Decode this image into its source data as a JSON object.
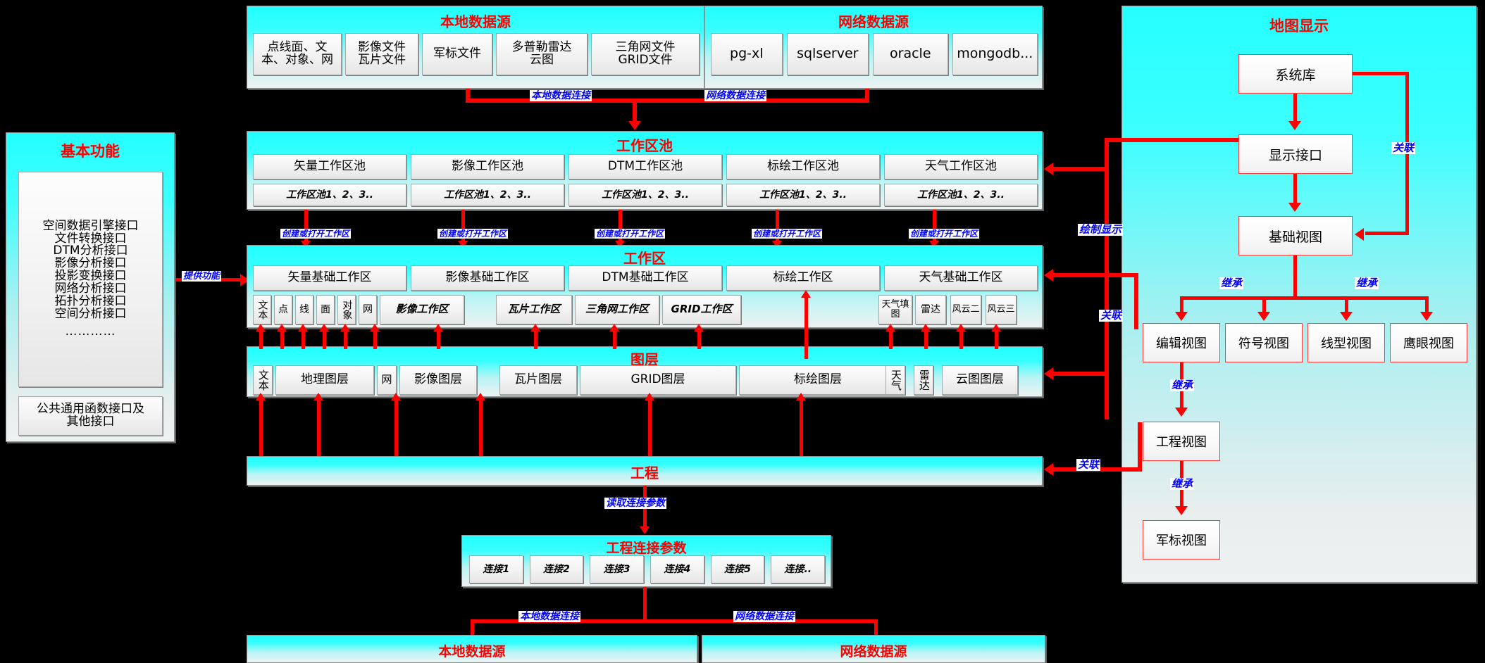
{
  "local_source_top": {
    "title": "本地数据源",
    "items": [
      "点线面、文本、对象、网",
      "影像文件瓦片文件",
      "军标文件",
      "多普勒雷达云图",
      "三角网文件GRID文件"
    ],
    "items_l1": [
      "点线面、文",
      "影像文件",
      "军标文件",
      "多普勒雷达",
      "三角网文件"
    ],
    "items_l2": [
      "本、对象、网",
      "瓦片文件",
      "",
      "云图",
      "GRID文件"
    ]
  },
  "net_source_top": {
    "title": "网络数据源",
    "items": [
      "pg-xl",
      "sqlserver",
      "oracle",
      "mongodb..."
    ]
  },
  "basic_functions": {
    "title": "基本功能",
    "interfaces": [
      "空间数据引擎接口",
      "文件转换接口",
      "DTM分析接口",
      "影像分析接口",
      "投影变换接口",
      "网络分析接口",
      "拓扑分析接口",
      "空间分析接口",
      "…………"
    ],
    "common_box": "公共通用函数接口及其他接口",
    "common_box_l1": "公共通用函数接口及",
    "common_box_l2": "其他接口"
  },
  "workspace_pool": {
    "title": "工作区池",
    "pools": [
      "矢量工作区池",
      "影像工作区池",
      "DTM工作区池",
      "标绘工作区池",
      "天气工作区池"
    ],
    "instances": [
      "工作区池1、2、3..",
      "工作区池1、2、3..",
      "工作区池1、2、3..",
      "工作区池1、2、3..",
      "工作区池1、2、3.."
    ]
  },
  "workspace": {
    "title": "工作区",
    "bases": [
      "矢量基础工作区",
      "影像基础工作区",
      "DTM基础工作区",
      "标绘工作区",
      "天气基础工作区"
    ],
    "vector_items": [
      "文本",
      "点",
      "线",
      "面",
      "对象",
      "网"
    ],
    "image_items": [
      "影像工作区"
    ],
    "dtm_items": [
      "瓦片工作区",
      "三角网工作区",
      "GRID工作区"
    ],
    "weather_items": [
      "天气填图",
      "雷达",
      "风云二",
      "风云三"
    ]
  },
  "layers": {
    "title": "图层",
    "items": [
      "文本",
      "地理图层",
      "网",
      "影像图层",
      "瓦片图层",
      "GRID图层",
      "标绘图层",
      "天气",
      "雷达",
      "云图图层"
    ]
  },
  "project": {
    "title": "工程"
  },
  "project_params": {
    "title": "工程连接参数",
    "connections": [
      "连接1",
      "连接2",
      "连接3",
      "连接4",
      "连接5",
      "连接.."
    ]
  },
  "bottom_sources": {
    "local": "本地数据源",
    "network": "网络数据源"
  },
  "map_display": {
    "title": "地图显示",
    "system_lib": "系统库",
    "display_interface": "显示接口",
    "base_view": "基础视图",
    "views": [
      "编辑视图",
      "符号视图",
      "线型视图",
      "鹰眼视图"
    ],
    "project_view": "工程视图",
    "milsym_view": "军标视图"
  },
  "edge_labels": {
    "local_data_connect": "本地数据连接",
    "network_data_connect": "网络数据连接",
    "create_or_open_workspace": "创建或打开工作区",
    "provide_function": "提供功能",
    "draw_display": "绘制显示",
    "associate": "关联",
    "inherit": "继承",
    "read_connect_params": "读取连接参数"
  },
  "colors": {
    "title_red": "#ff0000",
    "label_blue": "#0000ff",
    "panel_cyan": "#2bffff",
    "connector_red": "#ff0000",
    "view_border": "#ff3b3b"
  }
}
